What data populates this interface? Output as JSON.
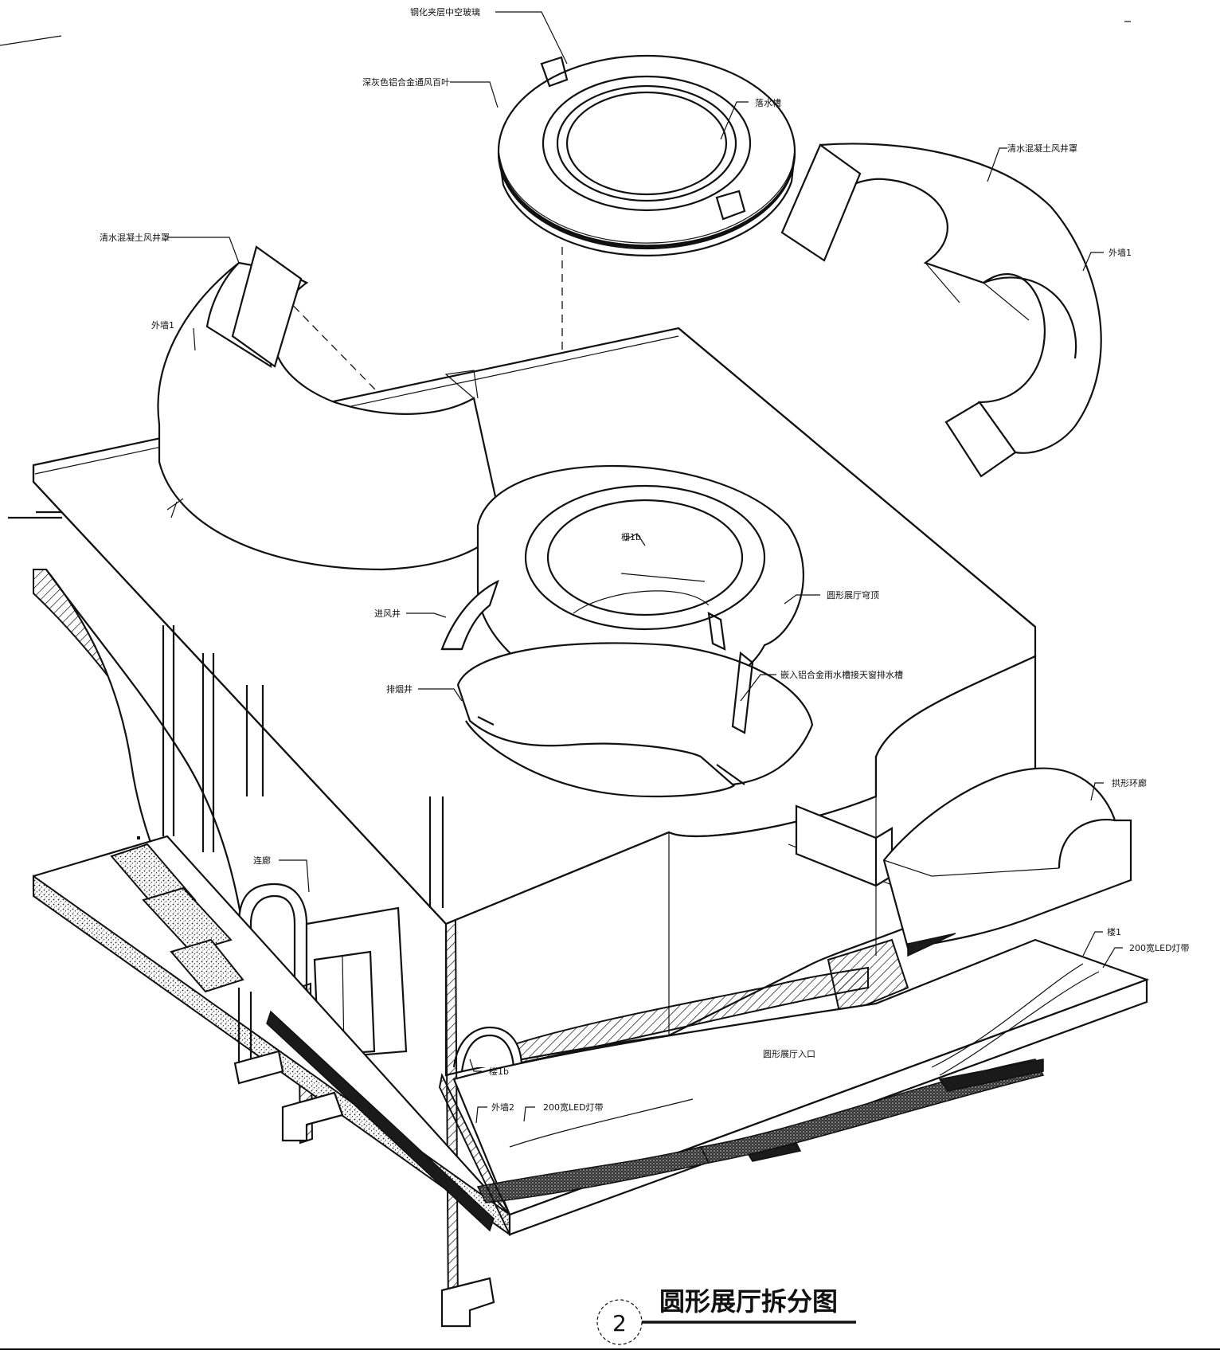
{
  "title": {
    "number": "2",
    "text": "圆形展厅拆分图"
  },
  "labels": {
    "tempered_glass": "钢化夹层中空玻璃",
    "louver": "深灰色铝合金通风百叶",
    "drain_groove": "落水槽",
    "concrete_shaft_right": "清水混凝土风井罩",
    "outer_wall1_right": "外墙1",
    "concrete_shaft_left": "清水混凝土风井罩",
    "outer_wall1_left": "外墙1",
    "roof1b": "栅1b",
    "round_hall_roof": "圆形展厅穹顶",
    "intake_shaft": "进风井",
    "embedded_drain": "嵌入铝合金雨水槽接天窗排水槽",
    "exhaust_shaft": "排烟井",
    "arch_corridor": "拱形环廊",
    "corridor": "连廊",
    "floor1": "楼1",
    "led_strip_right": "200宽LED灯带",
    "hall_entrance": "圆形展厅入口",
    "roof1b_lower": "楼1b",
    "outer_wall2": "外墙2",
    "led_strip_left": "200宽LED灯带"
  }
}
